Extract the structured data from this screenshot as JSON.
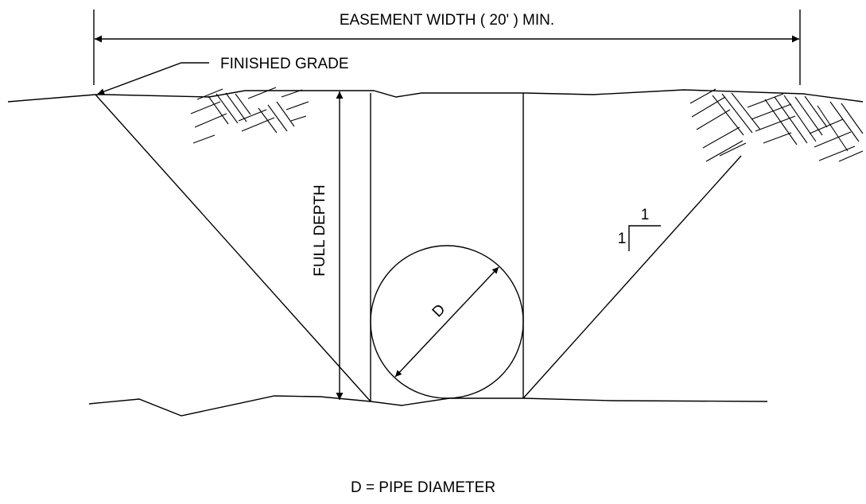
{
  "drawing": {
    "easement_label": "EASEMENT WIDTH ( 20' ) MIN.",
    "finished_grade_label": "FINISHED GRADE",
    "full_depth_label": "FULL DEPTH",
    "diameter_label": "D",
    "slope_rise": "1",
    "slope_run": "1",
    "legend": "D = PIPE DIAMETER"
  },
  "colors": {
    "line": "#000000",
    "background": "#ffffff"
  }
}
